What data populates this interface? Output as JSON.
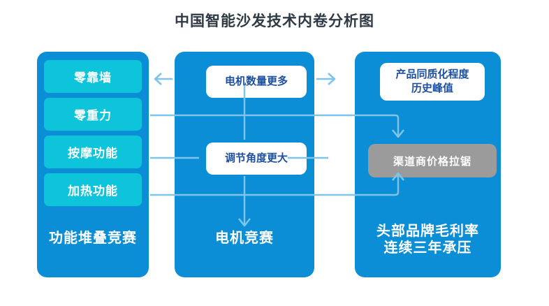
{
  "title": "中国智能沙发技术内卷分析图",
  "theme": {
    "panel_blue": "#0c8ed6",
    "chip_teal": "#0ec4da",
    "box_white": "#ffffff",
    "box_text_navy": "#1d4f9e",
    "gray_box": "#9b9b9b",
    "title_text": "#2e3a45",
    "connector_light_blue": "#7fc4ea",
    "page_background": "#ffffff"
  },
  "columns": {
    "left": {
      "name": "功能堆叠竞赛",
      "footer": "功能堆叠竞赛",
      "chips": [
        {
          "label": "零靠墙"
        },
        {
          "label": "零重力"
        },
        {
          "label": "按摩功能"
        },
        {
          "label": "加热功能"
        }
      ]
    },
    "middle": {
      "name": "电机竞赛",
      "footer": "电机竞赛",
      "boxes": [
        {
          "label": "电机数量更多"
        },
        {
          "label": "调节角度更大"
        }
      ]
    },
    "right": {
      "name": "头部品牌毛利率连续三年承压",
      "footer_line1": "头部品牌毛利率",
      "footer_line2": "连续三年承压",
      "top_box_line1": "产品同质化程度",
      "top_box_line2": "历史峰值",
      "gray_box": "渠道商价格拉锯"
    }
  },
  "connectors": [
    {
      "id": "motor-to-features",
      "direction": "left",
      "from": "电机数量更多",
      "to": "功能堆叠竞赛"
    },
    {
      "id": "motor-to-homogeneity",
      "direction": "right",
      "from": "电机数量更多",
      "to": "产品同质化程度历史峰值"
    },
    {
      "id": "motor-count-down",
      "direction": "down",
      "from": "电机数量更多",
      "to": "调节角度更大"
    },
    {
      "id": "angle-down-to-footer",
      "direction": "down",
      "from": "调节角度更大",
      "to": "电机竞赛"
    },
    {
      "id": "feature-line-upper",
      "direction": "right",
      "from": "零重力",
      "to": "渠道商价格拉锯"
    },
    {
      "id": "feature-line-lower",
      "direction": "right",
      "from": "加热功能",
      "to": "渠道商价格拉锯"
    },
    {
      "id": "gray-box-in-top",
      "direction": "down",
      "to": "渠道商价格拉锯"
    },
    {
      "id": "gray-box-in-bottom",
      "direction": "up",
      "to": "渠道商价格拉锯"
    }
  ]
}
